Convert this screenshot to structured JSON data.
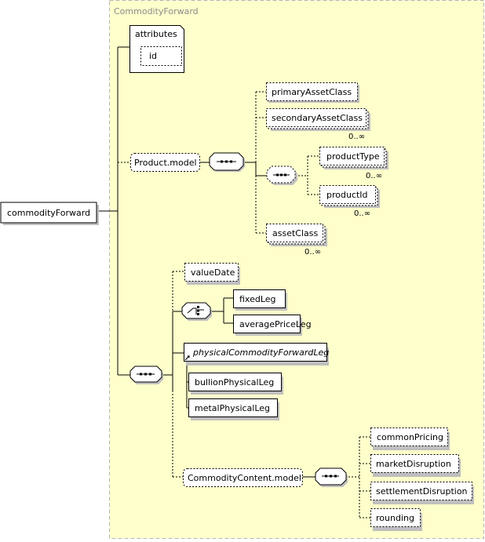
{
  "diagram": {
    "group_label": "CommodityForward",
    "root": "commodityForward",
    "attributes_label": "attributes",
    "attribute_id": "id",
    "product_model": "Product.model",
    "primary_asset_class": "primaryAssetClass",
    "secondary_asset_class": "secondaryAssetClass",
    "secondary_asset_class_card": "0..∞",
    "product_type": "productType",
    "product_type_card": "0..∞",
    "product_id": "productId",
    "product_id_card": "0..∞",
    "asset_class": "assetClass",
    "asset_class_card": "0..∞",
    "value_date": "valueDate",
    "fixed_leg": "fixedLeg",
    "average_price_leg": "averagePriceLeg",
    "physical_leg": "physicalCommodityForwardLeg",
    "bullion_leg": "bullionPhysicalLeg",
    "metal_leg": "metalPhysicalLeg",
    "commodity_content_model": "CommodityContent.model",
    "common_pricing": "commonPricing",
    "market_disruption": "marketDisruption",
    "settlement_disruption": "settlementDisruption",
    "rounding": "rounding"
  },
  "colors": {
    "group_bg": "#ffffcc",
    "group_border": "#b5b5b5",
    "element_fill": "#ffffff",
    "shadow": "#bfbfbf",
    "line": "#000000"
  }
}
